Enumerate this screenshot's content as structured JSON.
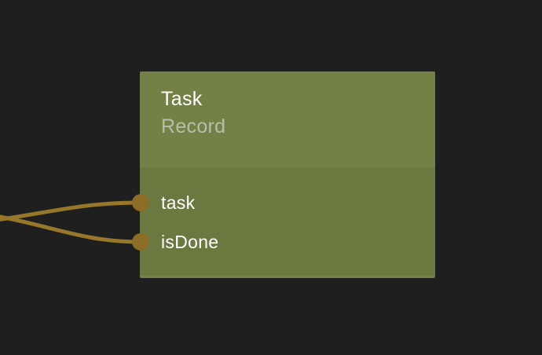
{
  "canvas": {
    "background_color": "#1f1f1f"
  },
  "node": {
    "title": "Task",
    "subtitle": "Record",
    "header_color": "#748146",
    "body_color": "#6b783f",
    "title_color": "#ffffff",
    "subtitle_color": "#b7bea9",
    "inputs": [
      {
        "label": "task"
      },
      {
        "label": "isDone"
      }
    ]
  },
  "connections": {
    "wire_color": "#97782b",
    "socket_color": "#8b6d25",
    "wires": [
      {
        "from": "off-screen-left",
        "to": "task-input"
      },
      {
        "from": "off-screen-left",
        "to": "isDone-input"
      }
    ]
  }
}
